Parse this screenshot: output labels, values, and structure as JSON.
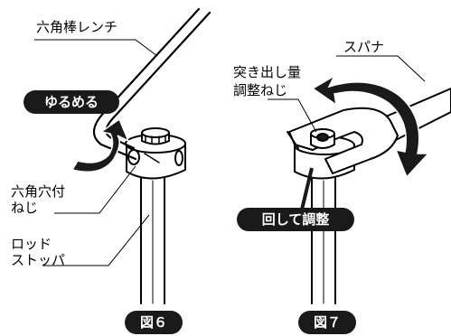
{
  "figure6": {
    "label_hex_wrench": "六角棒レンチ",
    "action_loosen": "ゆるめる",
    "label_hex_screw_line1": "六角穴付",
    "label_hex_screw_line2": "ねじ",
    "label_rod_stopper_line1": "ロッド",
    "label_rod_stopper_line2": "ストッパ",
    "caption": "図６"
  },
  "figure7": {
    "label_spanner": "スパナ",
    "label_adjust_screw_line1": "突き出し量",
    "label_adjust_screw_line2": "調整ねじ",
    "action_turn_adjust": "回して調整",
    "caption": "図７"
  }
}
